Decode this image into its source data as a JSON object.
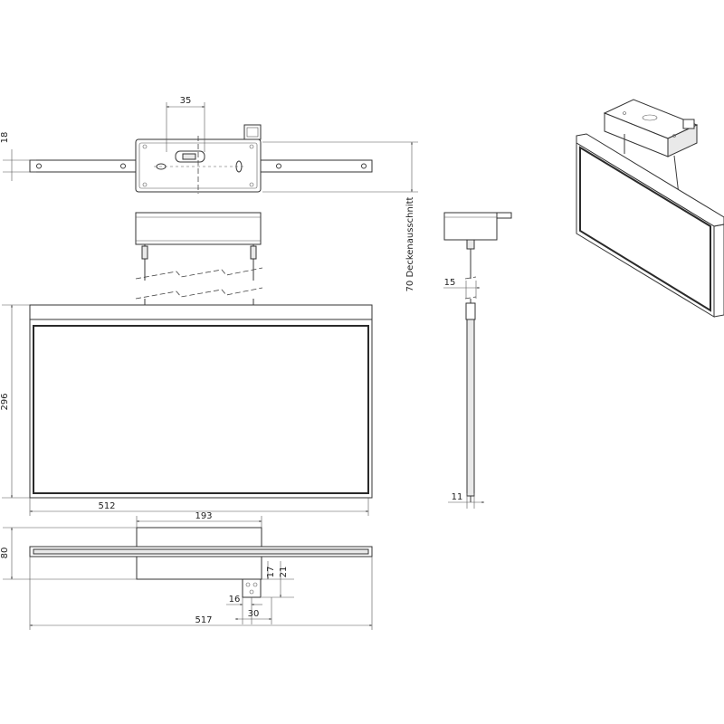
{
  "dimensions": {
    "d35": "35",
    "d18": "18",
    "d70": "70 Deckenausschnitt",
    "d15": "15",
    "d296": "296",
    "d512": "512",
    "d11": "11",
    "d193": "193",
    "d80": "80",
    "d17": "17",
    "d21": "21",
    "d16": "16",
    "d30": "30",
    "d517": "517"
  }
}
